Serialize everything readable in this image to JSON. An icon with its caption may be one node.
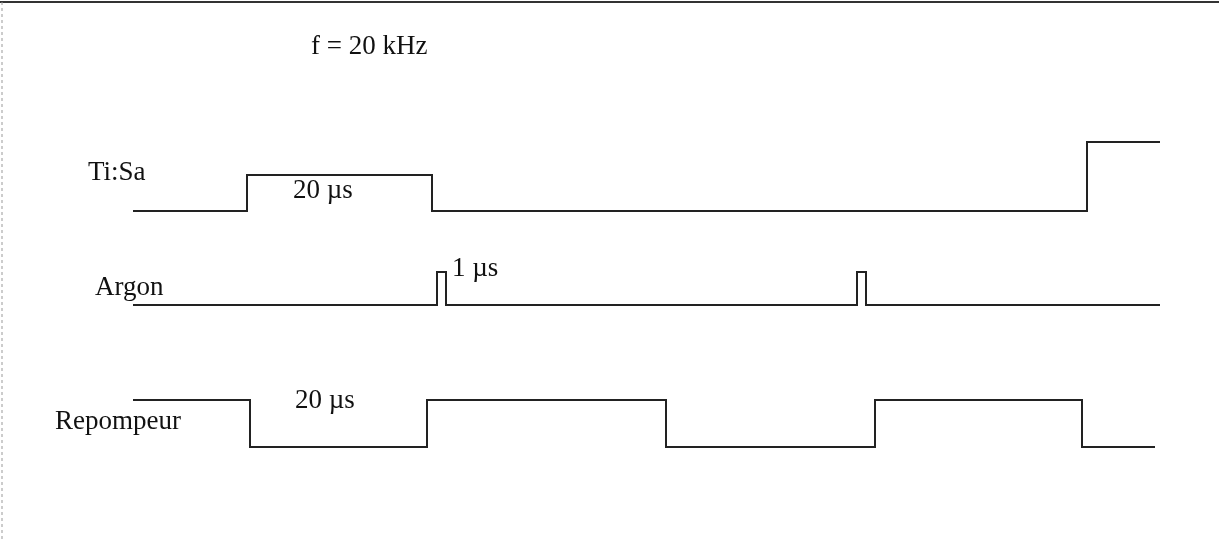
{
  "diagram": {
    "labels": [
      "f = 20 kHz",
      "Ti:Sa",
      "20 µs",
      "Argon",
      "1 µs",
      "Repompeur",
      "20 µs"
    ]
  }
}
